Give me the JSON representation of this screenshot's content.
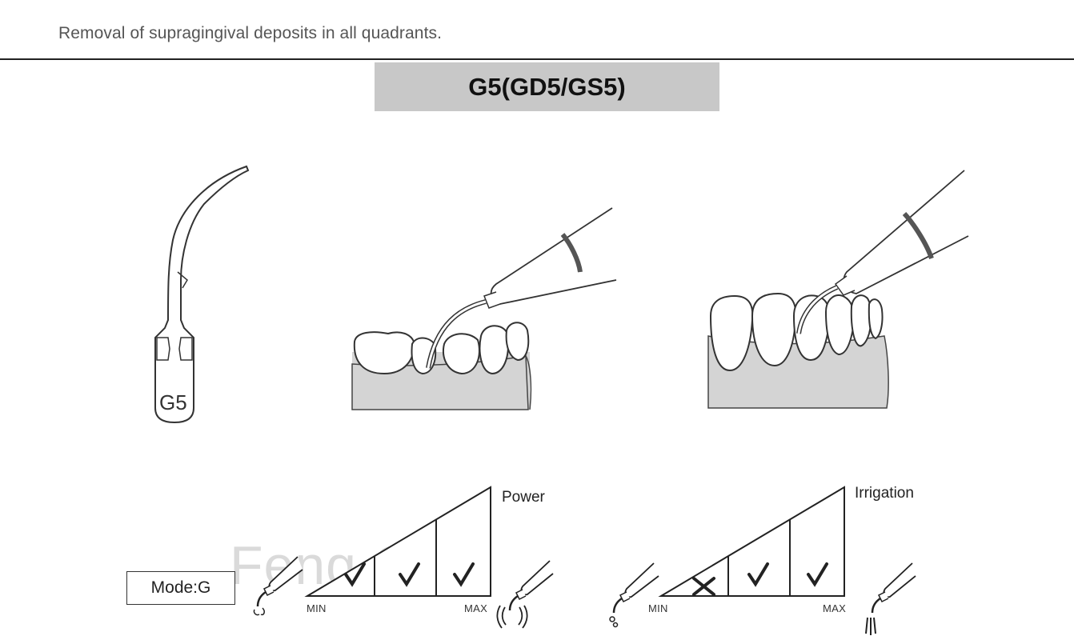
{
  "header": {
    "text": "Removal of supragingival deposits in all quadrants."
  },
  "title": {
    "text": "G5(GD5/GS5)"
  },
  "tip": {
    "label": "G5"
  },
  "mode": {
    "label": "Mode:G"
  },
  "power": {
    "label": "Power",
    "min": "MIN",
    "max": "MAX",
    "marks": [
      "check",
      "check",
      "check"
    ]
  },
  "irrigation": {
    "label": "Irrigation",
    "min": "MIN",
    "max": "MAX",
    "marks": [
      "cross",
      "check",
      "check"
    ]
  },
  "watermark": {
    "text": "Feng Co."
  }
}
